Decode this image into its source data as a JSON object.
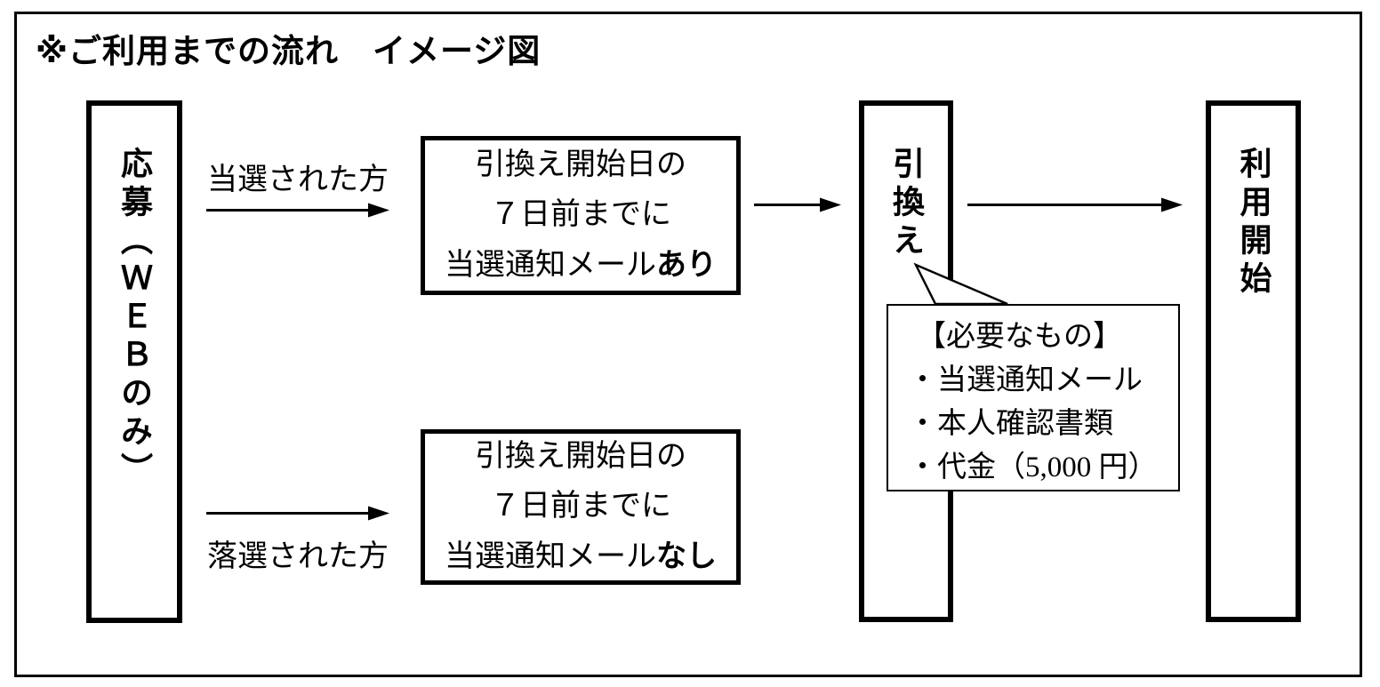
{
  "title": "※ご利用までの流れ　イメージ図",
  "stages": {
    "apply": {
      "label": "応募（ＷＥＢのみ）"
    },
    "exchange": {
      "label": "引換え"
    },
    "start": {
      "label": "利用開始"
    }
  },
  "win_path": {
    "arrow_label": "当選された方",
    "box": {
      "line1": "引換え開始日の",
      "line2": "７日前までに",
      "line3_text": "当選通知メール",
      "line3_bold": "あり"
    }
  },
  "lose_path": {
    "arrow_label": "落選された方",
    "box": {
      "line1": "引換え開始日の",
      "line2": "７日前までに",
      "line3_text": "当選通知メール",
      "line3_bold": "なし"
    }
  },
  "callout": {
    "heading": "【必要なもの】",
    "items": [
      "・当選通知メール",
      "・本人確認書類",
      "・代金（5,000 円）"
    ]
  },
  "colors": {
    "ink": "#000000",
    "paper": "#ffffff"
  }
}
